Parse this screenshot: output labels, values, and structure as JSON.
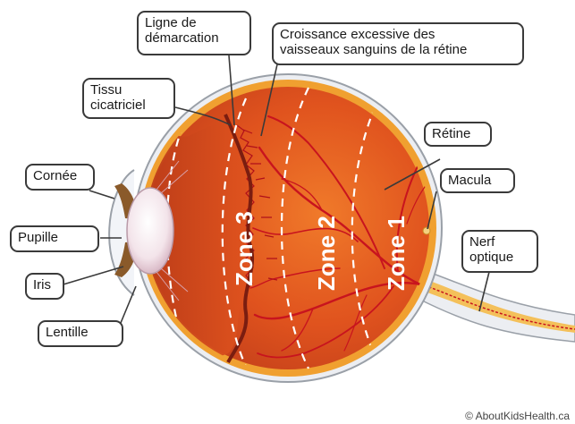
{
  "labels": {
    "demarcation": [
      "Ligne de",
      "démarcation"
    ],
    "neovascularisation": [
      "Croissance excessive des",
      "vaisseaux sanguins de la rétine"
    ],
    "scar_tissue": [
      "Tissu",
      "cicatriciel"
    ],
    "retina": "Rétine",
    "cornea": "Cornée",
    "macula": "Macula",
    "pupil": "Pupille",
    "optic_nerve": [
      "Nerf",
      "optique"
    ],
    "iris": "Iris",
    "lens": "Lentille"
  },
  "zones": [
    "Zone 3",
    "Zone 2",
    "Zone 1"
  ],
  "credit": "© AboutKidsHealth.ca",
  "colors": {
    "eye_interior": "#e0531e",
    "retina_band": "#f0a030",
    "vessels": "#c8141e",
    "sclera": "#eceef2",
    "callout_border": "#3a3a3a"
  }
}
